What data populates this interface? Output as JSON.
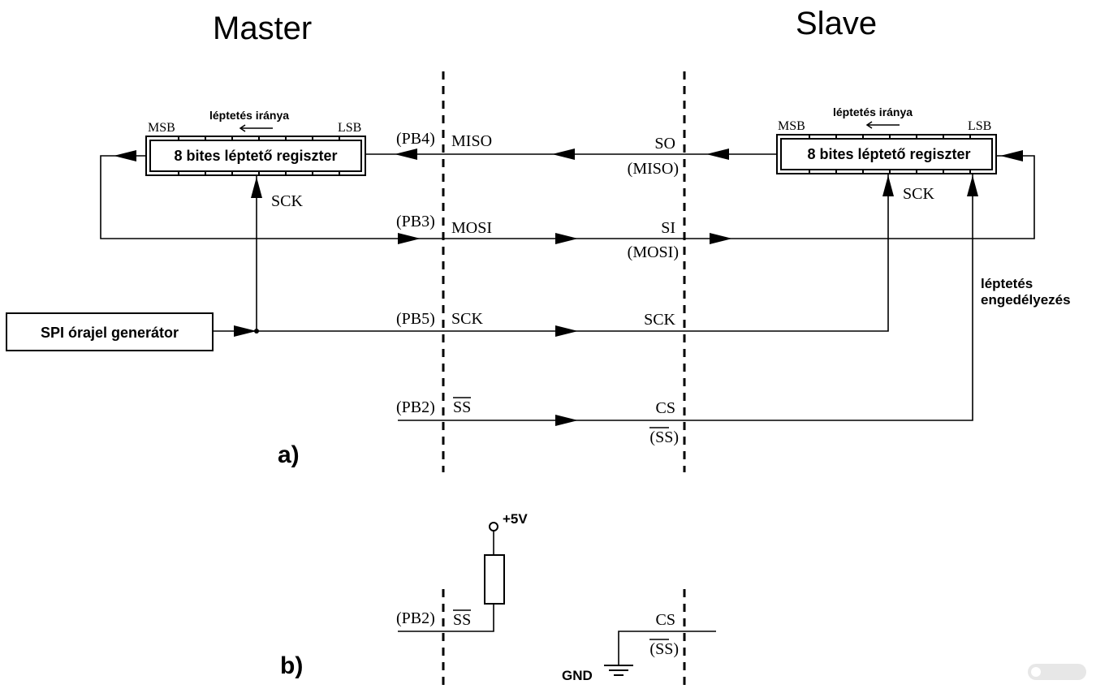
{
  "titles": {
    "master": "Master",
    "slave": "Slave"
  },
  "master_register": {
    "label": "8 bites léptető regiszter",
    "msb": "MSB",
    "lsb": "LSB",
    "direction": "léptetés iránya",
    "clock": "SCK"
  },
  "slave_register": {
    "label": "8 bites léptető regiszter",
    "msb": "MSB",
    "lsb": "LSB",
    "direction": "léptetés iránya",
    "clock": "SCK",
    "enable": [
      "léptetés",
      "engedélyezés"
    ]
  },
  "clock_generator": "SPI órajel generátor",
  "signals": [
    {
      "port": "(PB4)",
      "master": "MISO",
      "slave": "SO",
      "slave_alt": "(MISO)"
    },
    {
      "port": "(PB3)",
      "master": "MOSI",
      "slave": "SI",
      "slave_alt": "(MOSI)"
    },
    {
      "port": "(PB5)",
      "master": "SCK",
      "slave": "SCK",
      "slave_alt": ""
    },
    {
      "port": "(PB2)",
      "master": "SS",
      "slave": "CS",
      "slave_alt": "(SS)"
    }
  ],
  "part_a": "a)",
  "part_b": {
    "label": "b)",
    "supply": "+5V",
    "port": "(PB2)",
    "master": "SS",
    "slave": "CS",
    "slave_alt": "(SS)",
    "ground": "GND"
  }
}
